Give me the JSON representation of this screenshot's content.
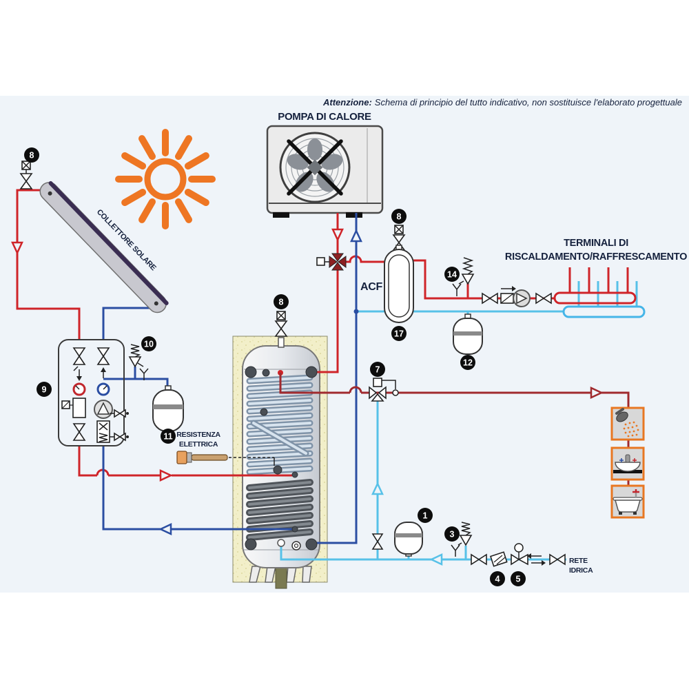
{
  "header": {
    "warning_bold": "Attenzione:",
    "warning_text": "Schema di principio del tutto indicativo, non sostituisce l'elaborato progettuale"
  },
  "labels": {
    "heat_pump": "POMPA DI CALORE",
    "solar_collector": "COLLETTORE SOLARE",
    "buffer_tank": "ACF",
    "terminals_line1": "TERMINALI DI",
    "terminals_line2": "RISCALDAMENTO/RAFFRESCAMENTO",
    "electric_heater_line1": "RESISTENZA",
    "electric_heater_line2": "ELETTRICA",
    "water_mains_line1": "RETE",
    "water_mains_line2": "IDRICA"
  },
  "badges": {
    "dhw_expansion_vessel": "1",
    "safety_group": "3",
    "filter": "4",
    "pressure_reducer": "5",
    "thermostatic_mixing_valve": "7",
    "air_vent_valve": "8",
    "solar_pump_station": "9",
    "solar_safety_valve": "10",
    "solar_expansion_vessel": "11",
    "cooling_expansion_vessel": "12",
    "heating_safety_valve": "14",
    "buffer_tank_acf": "17"
  },
  "colors": {
    "hot_pipe_red": "#cf2429",
    "dhw_pipe_red": "#a02a2e",
    "return_pipe_blue": "#2b4ea2",
    "cold_pipe_lightblue": "#57c1e8",
    "sun_orange": "#ee7623",
    "fixture_border_orange": "#e87722",
    "insulation_yellow": "#f2efc9",
    "background_panel": "#eff4f9",
    "badge_black": "#0d0d0d",
    "label_navy": "#15213d"
  }
}
